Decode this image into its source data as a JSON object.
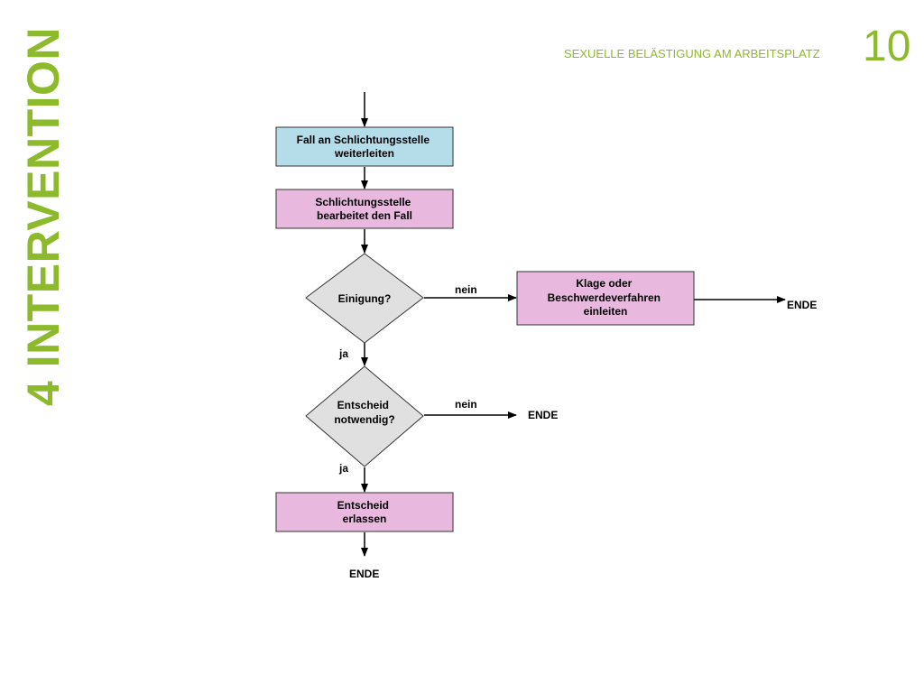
{
  "side_title": "4 INTERVENTION",
  "header": {
    "title": "SEXUELLE BELÄSTIGUNG AM ARBEITSPLATZ",
    "page_number": "10"
  },
  "colors": {
    "accent": "#8cba2a",
    "step_blue": "#b4dde9",
    "step_pink": "#e8b8df",
    "decision": "#e0e0e0"
  },
  "flowchart": {
    "step1": [
      "Fall an Schlichtungsstelle",
      "weiterleiten"
    ],
    "step2": [
      "Schlichtungsstelle",
      "bearbeitet den Fall"
    ],
    "decision1": [
      "Einigung?"
    ],
    "step_no1": [
      "Klage oder",
      "Beschwerdeverfahren",
      "einleiten"
    ],
    "decision2": [
      "Entscheid",
      "notwendig?"
    ],
    "step3": [
      "Entscheid",
      "erlassen"
    ],
    "label_nein": "nein",
    "label_ja": "ja",
    "label_ende": "ENDE"
  }
}
